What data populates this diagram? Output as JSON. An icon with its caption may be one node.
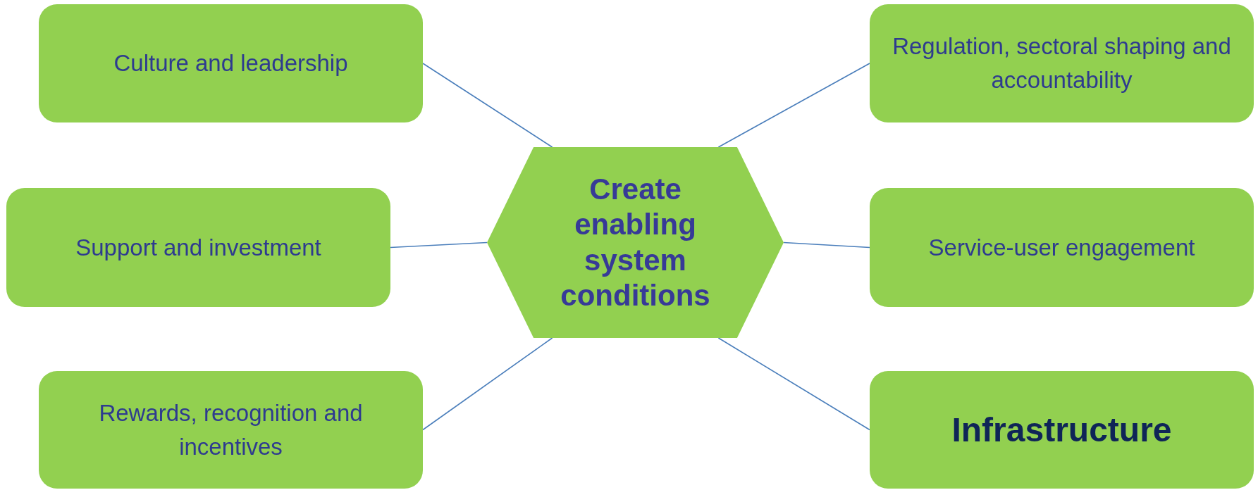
{
  "diagram": {
    "nodes": [
      {
        "text": [
          "Culture and leadership"
        ]
      },
      {
        "text": [
          "Regulation, sectoral shaping and accountability"
        ]
      },
      {
        "text": [
          "Support and investment"
        ]
      },
      {
        "text": [
          "Create enabling system conditions"
        ]
      },
      {
        "text": [
          "Service-user engagement"
        ]
      },
      {
        "text": [
          "Rewards, recognition and incentives"
        ]
      },
      {
        "text": [
          "Infrastructure"
        ]
      }
    ],
    "edges": [
      {
        "from": 3,
        "to": 0,
        "arrow": "none"
      },
      {
        "from": 3,
        "to": 1,
        "arrow": "none"
      },
      {
        "from": 3,
        "to": 2,
        "arrow": "none"
      },
      {
        "from": 3,
        "to": 4,
        "arrow": "none"
      },
      {
        "from": 3,
        "to": 5,
        "arrow": "none"
      },
      {
        "from": 3,
        "to": 6,
        "arrow": "none"
      }
    ]
  }
}
